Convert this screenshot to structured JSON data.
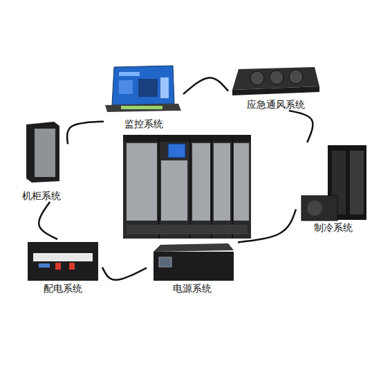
{
  "diagram": {
    "nodes": [
      {
        "text": [
          "监控系统"
        ]
      },
      {
        "text": [
          "应急通风系统"
        ]
      },
      {
        "text": [
          "制冷系统"
        ]
      },
      {
        "text": [
          "电源系统"
        ]
      },
      {
        "text": [
          "配电系统"
        ]
      },
      {
        "text": [
          "机柜系统"
        ]
      }
    ],
    "edges": [
      {
        "from": 0,
        "to": 1,
        "arrow": "none"
      },
      {
        "from": 1,
        "to": 2,
        "arrow": "none"
      },
      {
        "from": 2,
        "to": 3,
        "arrow": "none"
      },
      {
        "from": 3,
        "to": 4,
        "arrow": "none"
      },
      {
        "from": 4,
        "to": 5,
        "arrow": "none"
      },
      {
        "from": 5,
        "to": 0,
        "arrow": "none"
      }
    ]
  }
}
